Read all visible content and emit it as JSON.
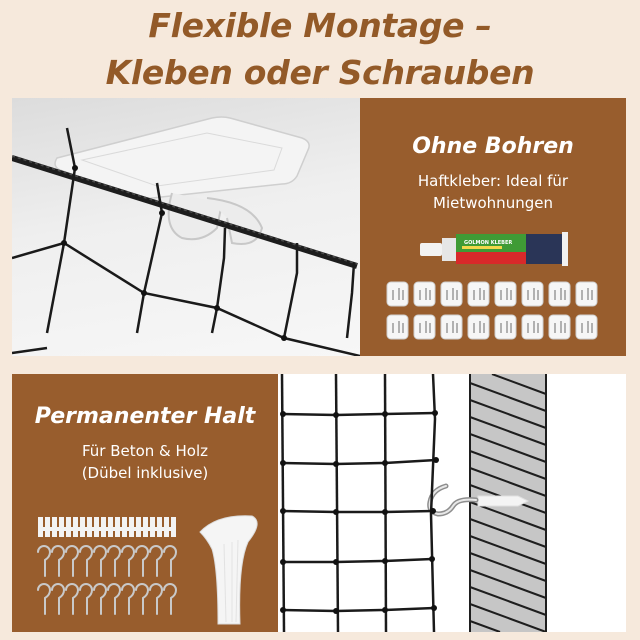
{
  "headline": {
    "line1": "Flexible Montage –",
    "line2": "Kleben oder Schrauben",
    "color": "#935a28"
  },
  "adhesive_option": {
    "title": "Ohne Bohren",
    "subtitle_line1": "Haftkleber: Ideal für",
    "subtitle_line2": "Mietwohnungen",
    "glue_tube_label": "GOLMON KLEBER",
    "adhesive_hooks_count": 16,
    "image": "net-on-adhesive-ceiling-hook"
  },
  "screw_option": {
    "title": "Permanenter Halt",
    "subtitle_line1": "Für Beton & Holz",
    "subtitle_line2": "(Dübel inklusive)",
    "dowels_count": 20,
    "screw_hooks_count": 20,
    "accessory": "cable-ties-bundle",
    "image": "net-on-screw-hook-in-wall"
  },
  "colors": {
    "background": "#f6e9dc",
    "panel_brown": "#985d2d",
    "text_white": "#ffffff"
  }
}
